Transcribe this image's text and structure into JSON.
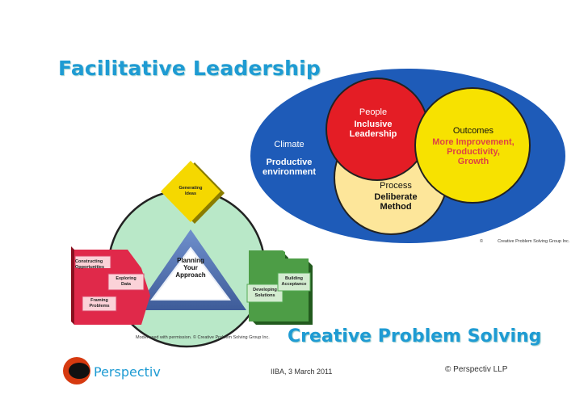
{
  "titles": {
    "facilitative_leadership": "Facilitative Leadership",
    "creative_problem_solving": "Creative Problem Solving"
  },
  "leadership_diagram": {
    "climate": {
      "heading": "Climate",
      "line1": "Productive",
      "line2": "environment"
    },
    "people": {
      "heading": "People",
      "line1": "Inclusive",
      "line2": "Leadership"
    },
    "outcomes": {
      "heading": "Outcomes",
      "line1": "More Improvement,",
      "line2": "Productivity,",
      "line3": "Growth"
    },
    "process": {
      "heading": "Process",
      "line1": "Deliberate",
      "line2": "Method"
    },
    "copyright_symbol": "©",
    "copyright_owner": "Creative Problem Solving Group Inc."
  },
  "cps_diagram": {
    "center": {
      "line1": "Planning",
      "line2": "Your",
      "line3": "Approach"
    },
    "generating": {
      "line1": "Generating",
      "line2": "Ideas"
    },
    "constructing": {
      "line1": "Constructing",
      "line2": "Opportunities"
    },
    "exploring": {
      "line1": "Exploring",
      "line2": "Data"
    },
    "framing": {
      "line1": "Framing",
      "line2": "Problems"
    },
    "developing": {
      "line1": "Developing",
      "line2": "Solutions"
    },
    "building": {
      "line1": "Building",
      "line2": "Acceptance"
    },
    "permission_note": "Model used with permission.   © Creative Problem Solving Group Inc."
  },
  "footer": {
    "brand": "Perspectiv",
    "date": "IIBA, 3 March 2011",
    "copyright": "© Perspectiv LLP"
  },
  "colors": {
    "title_blue": "#1e9bd3",
    "outer_ellipse": "#1e5bb8",
    "people_red": "#e41d25",
    "outcomes_yellow": "#f7e200",
    "process_cream": "#fde69a",
    "cycle_green": "#b9e8c8",
    "triangle_blue": "#5a79b5",
    "generating_yellow": "#f5d800",
    "constructing_red": "#e0294a",
    "developing_green": "#4d9d46"
  }
}
